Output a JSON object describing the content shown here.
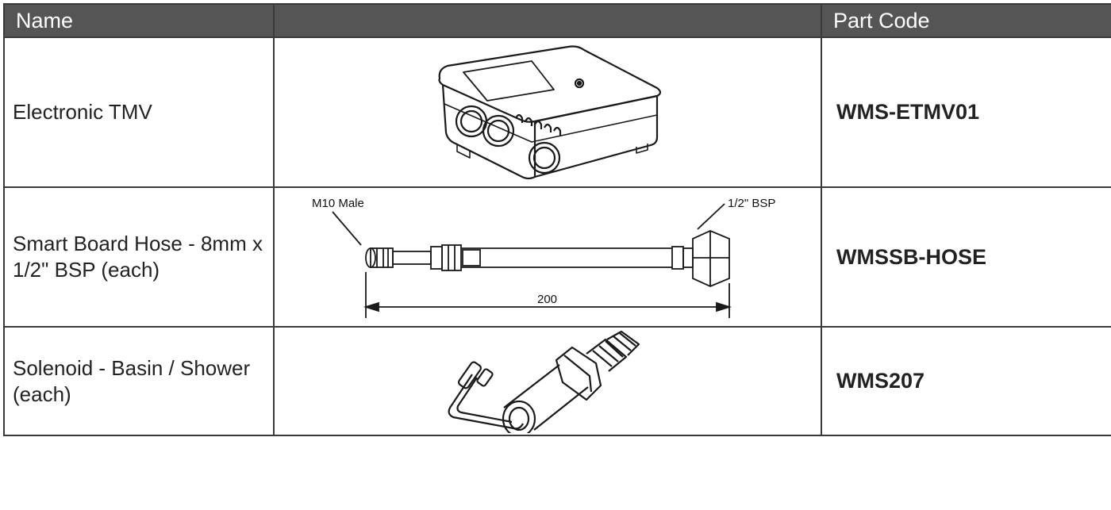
{
  "header": {
    "name": "Name",
    "image": "",
    "part_code": "Part Code"
  },
  "rows": [
    {
      "name": "Electronic TMV",
      "part_code": "WMS-ETMV01",
      "image_icon": "electronic-tmv-icon"
    },
    {
      "name": "Smart Board Hose - 8mm x 1/2\" BSP (each)",
      "part_code": "WMSSB-HOSE",
      "image_icon": "hose-icon",
      "diagram": {
        "left_label": "M10 Male",
        "right_label": "1/2\" BSP",
        "dimension": "200"
      }
    },
    {
      "name": "Solenoid - Basin / Shower (each)",
      "part_code": "WMS207",
      "image_icon": "solenoid-icon"
    }
  ]
}
